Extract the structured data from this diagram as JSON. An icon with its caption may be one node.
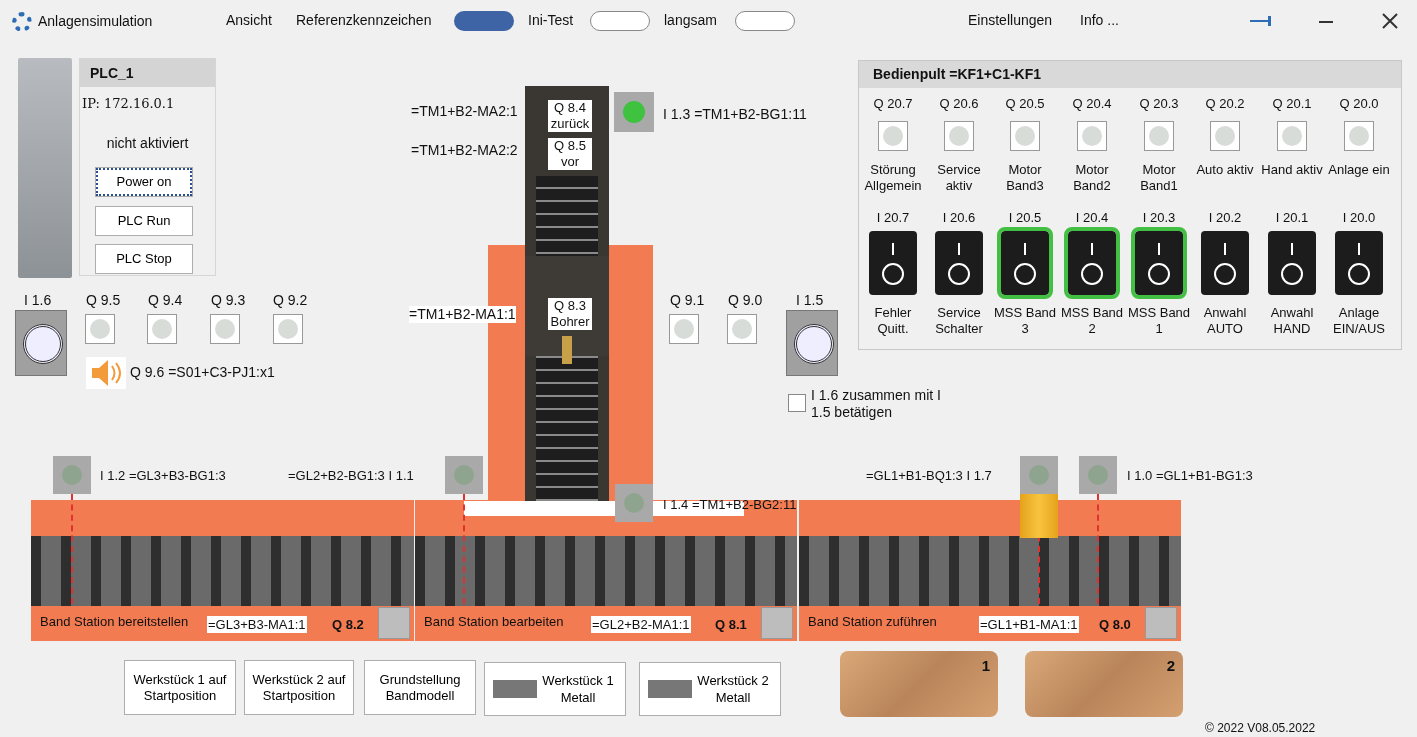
{
  "diagram": {
    "title": "Anlagensimulation",
    "nodes": [
      {
        "text": [
          "PLC_1",
          "IP: 172.16.0.1",
          "nicht aktiviert"
        ]
      },
      {
        "text": [
          "Power on"
        ],
        "in": 0
      },
      {
        "text": [
          "PLC Run"
        ],
        "in": 0
      },
      {
        "text": [
          "PLC Stop"
        ],
        "in": 0
      },
      {
        "text": [
          "Bedienpult =KF1+C1-KF1"
        ]
      },
      {
        "text": [
          "Band Station bereitstellen",
          "=GL3+B3-MA1:1",
          "Q 8.2"
        ]
      },
      {
        "text": [
          "Band Station bearbeiten",
          "=GL2+B2-MA1:1",
          "Q 8.1"
        ]
      },
      {
        "text": [
          "Band Station zuführen",
          "=GL1+B1-MA1:1",
          "Q 8.0"
        ]
      },
      {
        "text": [
          "Werkstück 1 auf Startposition"
        ]
      },
      {
        "text": [
          "Werkstück 2 auf Startposition"
        ]
      },
      {
        "text": [
          "Grundstellung Bandmodell"
        ]
      },
      {
        "text": [
          "Werkstück 1 Metall"
        ]
      },
      {
        "text": [
          "Werkstück 2 Metall"
        ]
      },
      {
        "text": [
          "1"
        ]
      },
      {
        "text": [
          "2"
        ]
      }
    ],
    "labels": [
      "Ansicht",
      "Referenzkennzeichen",
      "Ini-Test",
      "langsam",
      "Einstellungen",
      "Info ...",
      "=TM1+B2-MA2:1",
      "Q 8.4 zurück",
      "I 1.3 =TM1+B2-BG1:11",
      "=TM1+B2-MA2:2",
      "Q 8.5 vor",
      "Q 20.7",
      "Q 20.6",
      "Q 20.5",
      "Q 20.4",
      "Q 20.3",
      "Q 20.2",
      "Q 20.1",
      "Q 20.0",
      "Störung Allgemein",
      "Service aktiv",
      "Motor Band3",
      "Motor Band2",
      "Motor Band1",
      "Auto aktiv",
      "Hand aktiv",
      "Anlage ein",
      "I 20.7",
      "I 20.6",
      "I 20.5",
      "I 20.4",
      "I 20.3",
      "I 20.2",
      "I 20.1",
      "I 20.0",
      "Fehler Quitt.",
      "Service Schalter",
      "MSS Band 3",
      "MSS Band 2",
      "MSS Band 1",
      "Anwahl AUTO",
      "Anwahl HAND",
      "Anlage EIN/AUS",
      "I 1.6",
      "Q 9.5",
      "Q 9.4",
      "Q 9.3",
      "Q 9.2",
      "=TM1+B2-MA1:1",
      "Q 8.3 Bohrer",
      "Q 9.1",
      "Q 9.0",
      "I 1.5",
      "Q 9.6 =S01+C3-PJ1:x1",
      "I 1.6 zusammen mit I 1.5 betätigen",
      "I 1.2 =GL3+B3-BG1:3",
      "=GL2+B2-BG1:3 I 1.1",
      "=GL1+B1-BQ1:3 I 1.7",
      "I 1.0 =GL1+B1-BG1:3",
      "I 1.4 =TM1+B2-BG2:11",
      "© 2022 V08.05.2022"
    ]
  }
}
